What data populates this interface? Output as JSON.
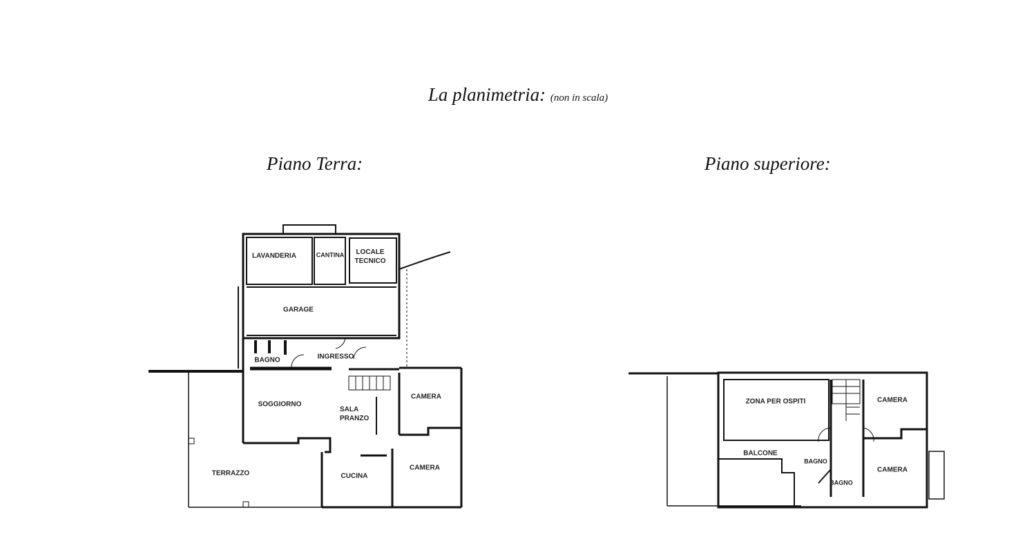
{
  "title": "La planimetria:",
  "title_note": "(non in scala)",
  "ground_floor": {
    "heading": "Piano Terra:",
    "rooms": [
      "LAVANDERIA",
      "CANTINA",
      "LOCALE TECNICO",
      "GARAGE",
      "BAGNO",
      "INGRESSO",
      "SOGGIORNO",
      "SALA PRANZO",
      "CAMERA",
      "CAMERA",
      "CUCINA",
      "TERRAZZO"
    ]
  },
  "upper_floor": {
    "heading": "Piano superiore:",
    "rooms": [
      "ZONA PER OSPITI",
      "CAMERA",
      "BALCONE",
      "BAGNO",
      "BAGNO",
      "CAMERA"
    ]
  }
}
